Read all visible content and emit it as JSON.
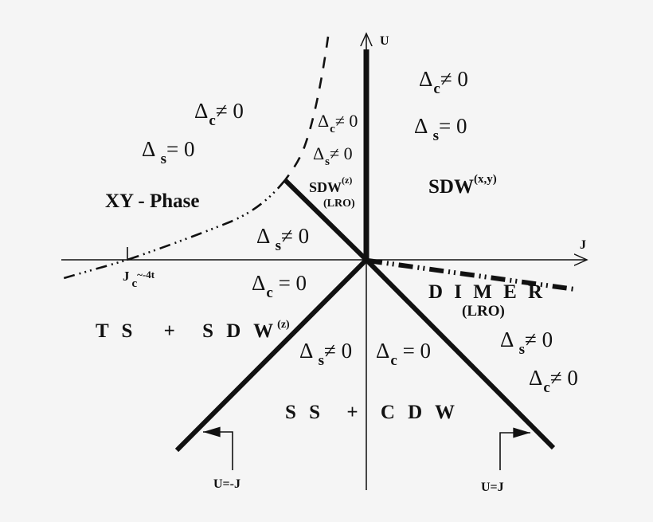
{
  "diagram": {
    "type": "phase-diagram",
    "axes": {
      "horizontal": "J",
      "vertical": "U"
    },
    "critical_point": {
      "symbol": "J",
      "sub": "c",
      "value": "~-4t"
    },
    "regions": {
      "xy_phase": {
        "name": "XY - Phase",
        "gap_c": {
          "sym": "Δ",
          "sub": "c",
          "rel": "≠ 0"
        },
        "gap_s": {
          "sym": "Δ",
          "sub": "s",
          "rel": "= 0"
        }
      },
      "sdw_z_wedge": {
        "gap_c": {
          "sym": "Δ",
          "sub": "c",
          "rel": "≠ 0"
        },
        "gap_s": {
          "sym": "Δ",
          "sub": "s",
          "rel": "≠ 0"
        },
        "name": "SDW",
        "sup": "(z)",
        "note": "(LRO)"
      },
      "sdw_xy": {
        "gap_c": {
          "sym": "Δ",
          "sub": "c",
          "rel": "≠ 0"
        },
        "gap_s": {
          "sym": "Δ",
          "sub": "s",
          "rel": "= 0"
        },
        "name": "SDW",
        "sup": "(x,y)"
      },
      "ts_sdw": {
        "gap_s": {
          "sym": "Δ",
          "sub": "s",
          "rel": "≠ 0"
        },
        "gap_c": {
          "sym": "Δ",
          "sub": "c",
          "rel": "= 0"
        },
        "name_a": "T S",
        "plus": "+",
        "name_b": "S D W",
        "sup": "(z)"
      },
      "ss_cdw": {
        "gap_s": {
          "sym": "Δ",
          "sub": "s",
          "rel": "≠ 0"
        },
        "gap_c": {
          "sym": "Δ",
          "sub": "c",
          "rel": "= 0"
        },
        "name_a": "S S",
        "plus": "+",
        "name_b": "C D W"
      },
      "dimer": {
        "name": "D I M E R",
        "note": "(LRO)",
        "gap_s": {
          "sym": "Δ",
          "sub": "s",
          "rel": "≠ 0"
        },
        "gap_c": {
          "sym": "Δ",
          "sub": "c",
          "rel": "≠ 0"
        }
      }
    },
    "boundary_labels": {
      "left": "U=-J",
      "right": "U=J"
    },
    "colors": {
      "background": "#f5f5f5",
      "ink": "#111111"
    }
  }
}
